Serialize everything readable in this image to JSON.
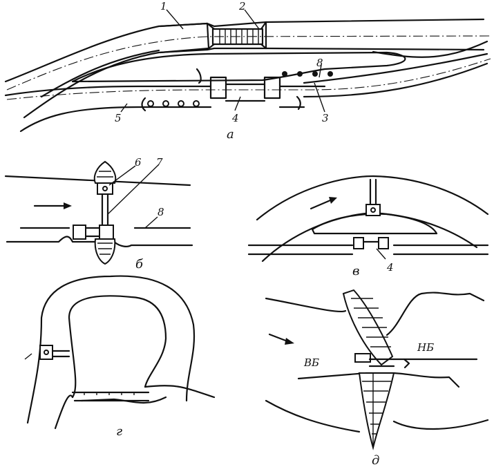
{
  "panel_a": {
    "caption": "а",
    "callouts": [
      "1",
      "2",
      "3",
      "4",
      "5",
      "8"
    ]
  },
  "panel_b": {
    "caption": "б",
    "callouts": [
      "6",
      "7",
      "8"
    ]
  },
  "panel_v": {
    "caption": "в",
    "callouts": [
      "4"
    ]
  },
  "panel_g": {
    "caption": "г"
  },
  "panel_d": {
    "caption": "д",
    "upstream_label": "ВБ",
    "downstream_label": "НБ"
  }
}
